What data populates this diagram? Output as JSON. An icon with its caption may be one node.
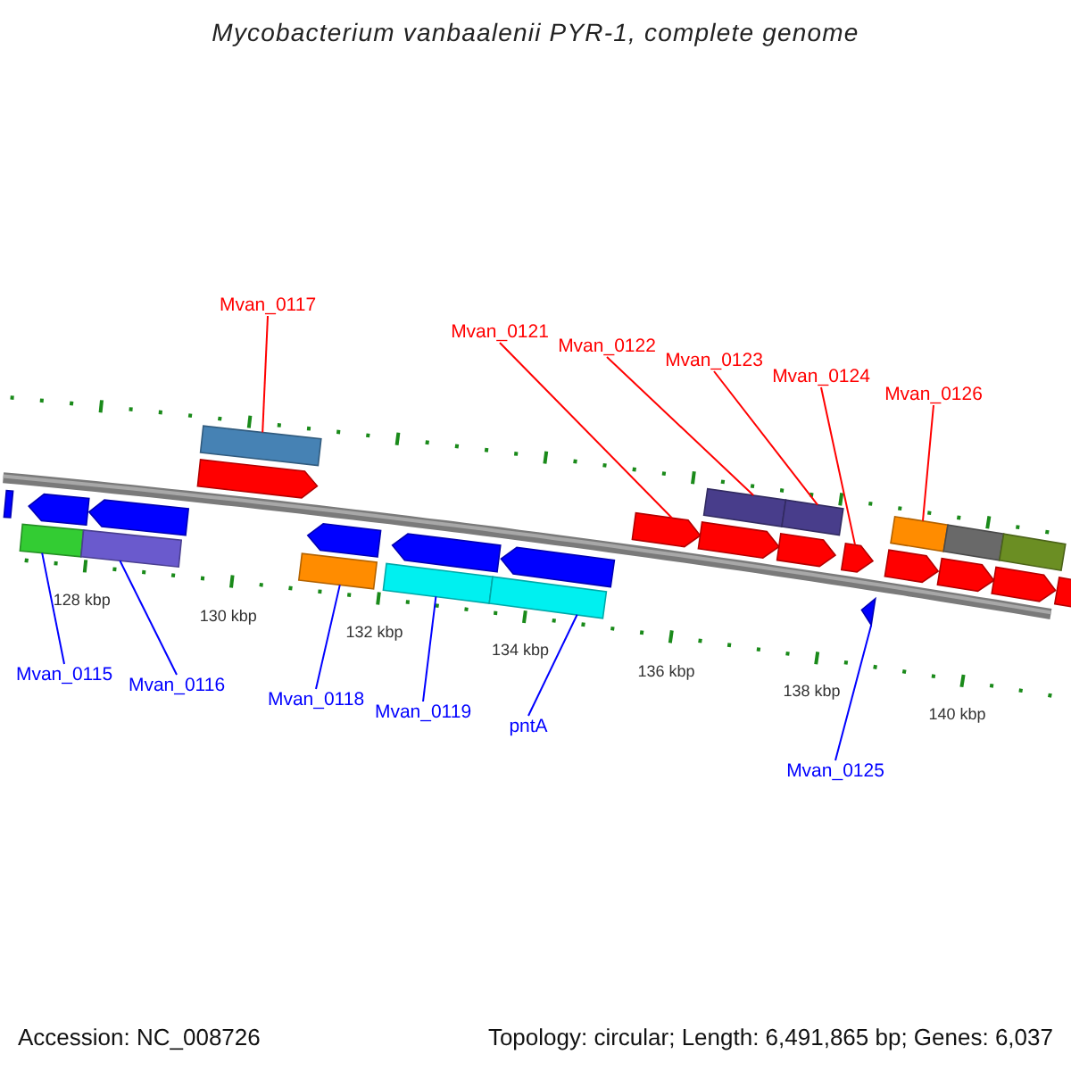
{
  "diagram": {
    "title": "Mycobacterium vanbaalenii PYR-1, complete genome",
    "nodes": [
      {
        "text": [
          "Mvan_0117"
        ]
      },
      {
        "text": [
          "Mvan_0121"
        ]
      },
      {
        "text": [
          "Mvan_0122"
        ]
      },
      {
        "text": [
          "Mvan_0123"
        ]
      },
      {
        "text": [
          "Mvan_0124"
        ]
      },
      {
        "text": [
          "Mvan_0126"
        ]
      },
      {
        "text": [
          "Mvan_0115"
        ]
      },
      {
        "text": [
          "Mvan_0116"
        ]
      },
      {
        "text": [
          "Mvan_0118"
        ]
      },
      {
        "text": [
          "Mvan_0119"
        ]
      },
      {
        "text": [
          "pntA"
        ]
      },
      {
        "text": [
          "Mvan_0125"
        ]
      },
      {
        "text": [],
        "shape": "bar"
      },
      {
        "text": [],
        "shape": "bar"
      },
      {
        "text": [],
        "shape": "arrow"
      },
      {
        "text": [],
        "shape": "bar"
      },
      {
        "text": [],
        "shape": "arrow"
      },
      {
        "text": [],
        "shape": "bar"
      },
      {
        "text": [],
        "shape": "arrow"
      },
      {
        "text": [],
        "shape": "bar"
      },
      {
        "text": [],
        "shape": "arrow"
      },
      {
        "text": [],
        "shape": "bar"
      },
      {
        "text": [],
        "shape": "arrow"
      },
      {
        "text": [],
        "shape": "bar"
      },
      {
        "text": [],
        "shape": "arrow"
      },
      {
        "text": [],
        "shape": "arrow"
      },
      {
        "text": [],
        "shape": "arrow"
      },
      {
        "text": [],
        "shape": "bar"
      },
      {
        "text": [],
        "shape": "arrow"
      },
      {
        "text": [],
        "shape": "bar"
      },
      {
        "text": [],
        "shape": "arrow"
      },
      {
        "text": [],
        "shape": "arrow"
      },
      {
        "text": [],
        "shape": "arrow"
      },
      {
        "text": [],
        "shape": "bar"
      },
      {
        "text": [],
        "shape": "arrow"
      },
      {
        "text": [],
        "shape": "bar"
      },
      {
        "text": [],
        "shape": "arrow"
      },
      {
        "text": [],
        "shape": "bar"
      },
      {
        "text": [],
        "shape": "bar"
      }
    ],
    "edges": [
      {
        "from": 0,
        "to": 17,
        "arrow": "none",
        "color": "#ff0000"
      },
      {
        "from": 1,
        "to": 25,
        "arrow": "none",
        "color": "#ff0000"
      },
      {
        "from": 2,
        "to": 27,
        "arrow": "none",
        "color": "#ff0000"
      },
      {
        "from": 3,
        "to": 29,
        "arrow": "none",
        "color": "#ff0000"
      },
      {
        "from": 4,
        "to": 30,
        "arrow": "none",
        "color": "#ff0000"
      },
      {
        "from": 5,
        "to": 33,
        "arrow": "none",
        "color": "#ff0000"
      },
      {
        "from": 6,
        "to": 13,
        "arrow": "none",
        "color": "#0000ff"
      },
      {
        "from": 7,
        "to": 15,
        "arrow": "none",
        "color": "#0000ff"
      },
      {
        "from": 8,
        "to": 19,
        "arrow": "none",
        "color": "#0000ff"
      },
      {
        "from": 9,
        "to": 21,
        "arrow": "none",
        "color": "#0000ff"
      },
      {
        "from": 10,
        "to": 23,
        "arrow": "none",
        "color": "#0000ff"
      },
      {
        "from": 11,
        "to": 31,
        "arrow": "none",
        "color": "#0000ff"
      }
    ],
    "labels": [
      "128 kbp",
      "130 kbp",
      "132 kbp",
      "134 kbp",
      "136 kbp",
      "138 kbp",
      "140 kbp",
      "Accession: NC_008726",
      "Topology: circular; Length: 6,491,865 bp; Genes: 6,037"
    ]
  }
}
